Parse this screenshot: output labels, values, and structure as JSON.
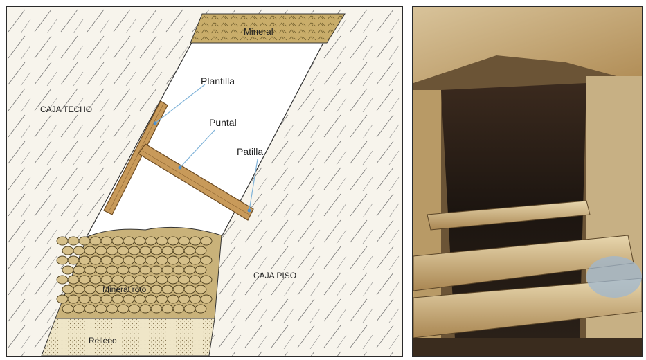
{
  "diagram": {
    "labels": {
      "mineral": "Mineral",
      "plantilla": "Plantilla",
      "caja_techo": "CAJA TECHO",
      "puntal": "Puntal",
      "patilla": "Patilla",
      "mineral_roto": "Mineral roto",
      "caja_piso": "CAJA PISO",
      "relleno": "Relleno"
    },
    "colors": {
      "timber": "#c89a5a",
      "timber_edge": "#6b4a22",
      "ore": "#c9ad6a",
      "leader": "#7fb3d9",
      "rock_lines": "#666666"
    }
  },
  "photo": {
    "icon": "mine-photo-icon"
  }
}
